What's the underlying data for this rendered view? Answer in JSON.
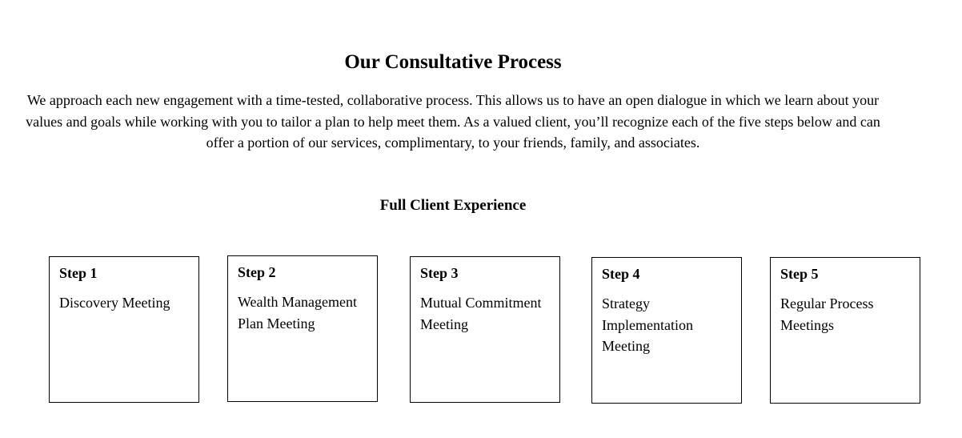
{
  "header": {
    "title": "Our Consultative Process"
  },
  "intro": {
    "text": "We approach each new engagement with a time-tested, collaborative process. This allows us to have an open dialogue in which we learn about your values and goals while working with you to tailor a plan to help meet them. As a valued client, you’ll recognize each of the five steps below and can offer a portion of our services, complimentary, to your friends, family, and associates."
  },
  "section": {
    "title": "Full Client Experience"
  },
  "steps": [
    {
      "label": "Step 1",
      "name": "Discovery Meeting"
    },
    {
      "label": "Step 2",
      "name": "Wealth Management Plan Meeting"
    },
    {
      "label": "Step 3",
      "name": "Mutual Commitment Meeting"
    },
    {
      "label": "Step 4",
      "name": "Strategy Implementation Meeting"
    },
    {
      "label": "Step 5",
      "name": "Regular Process Meetings"
    }
  ]
}
